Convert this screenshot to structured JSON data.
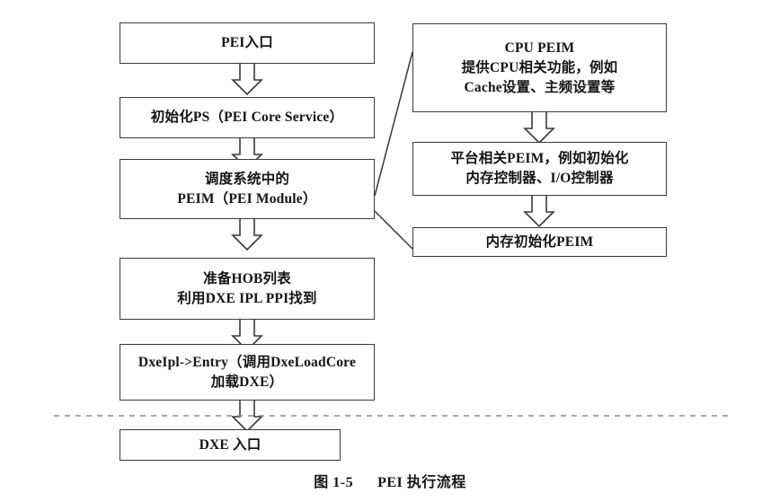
{
  "figure": {
    "caption_label": "图 1-5",
    "caption_title": "PEI 执行流程",
    "type": "flowchart"
  },
  "flow": {
    "left_column": [
      {
        "id": "pei-entry",
        "lines": [
          "PEI入口"
        ]
      },
      {
        "id": "init-ps",
        "lines": [
          "初始化PS（PEI Core Service）"
        ]
      },
      {
        "id": "peim",
        "lines": [
          "调度系统中的",
          "PEIM（PEI Module）"
        ]
      },
      {
        "id": "hob",
        "lines": [
          "准备HOB列表",
          "利用DXE IPL PPI找到"
        ]
      },
      {
        "id": "dxeipl",
        "lines": [
          "DxeIpl->Entry（调用DxeLoadCore",
          "加载DXE）"
        ]
      },
      {
        "id": "dxe-entry",
        "lines": [
          "DXE 入口"
        ]
      }
    ],
    "right_column": [
      {
        "id": "cpu-peim",
        "lines": [
          "CPU PEIM",
          "提供CPU相关功能，例如",
          "Cache设置、主频设置等"
        ]
      },
      {
        "id": "plat-peim",
        "lines": [
          "平台相关PEIM，例如初始化",
          "内存控制器、I/O控制器"
        ]
      },
      {
        "id": "mem-peim",
        "lines": [
          "内存初始化PEIM"
        ]
      }
    ]
  },
  "colors": {
    "box_stroke": "#3a3a3a",
    "arrow_stroke": "#3a3a3a",
    "divider": "#8c8c8c",
    "background": "#ffffff",
    "text": "#141414"
  }
}
